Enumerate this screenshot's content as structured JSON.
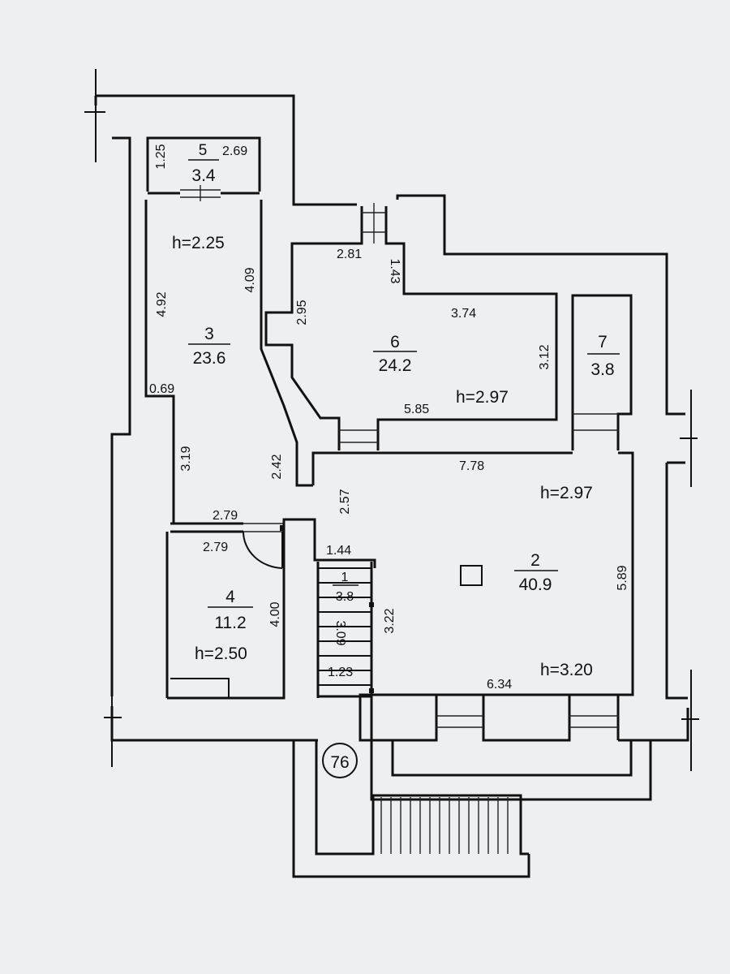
{
  "rooms": [
    {
      "num": "1",
      "area": "3.8"
    },
    {
      "num": "2",
      "area": "40.9"
    },
    {
      "num": "3",
      "area": "23.6"
    },
    {
      "num": "4",
      "area": "11.2"
    },
    {
      "num": "5",
      "area": "3.4"
    },
    {
      "num": "6",
      "area": "24.2"
    },
    {
      "num": "7",
      "area": "3.8"
    }
  ],
  "heights": {
    "room3": "h=2.25",
    "room6": "h=2.97",
    "room2_top": "h=2.97",
    "room2_bottom": "h=3.20",
    "room4": "h=2.50"
  },
  "dims": {
    "r5_left": "1.25",
    "r5_right": "2.69",
    "r3_right": "4.09",
    "r3_left_top": "4.92",
    "r3_notch": "0.69",
    "r3_left_bottom": "3.19",
    "r3_slant": "2.42",
    "corr_top": "2.81",
    "corr_right": "1.43",
    "r6_left": "2.95",
    "r6_top": "3.74",
    "r6_right": "3.12",
    "r6_bottom": "5.85",
    "r2_top": "7.78",
    "r2_left": "2.57",
    "r2_right": "5.89",
    "r2_bottom": "6.34",
    "r4_top1": "2.79",
    "r4_top2": "2.79",
    "r4_right": "4.00",
    "r1_top": "1.44",
    "r1_right": "3.22",
    "r1_left": "3.09",
    "r1_bottom": "1.23"
  },
  "building_number": "76"
}
